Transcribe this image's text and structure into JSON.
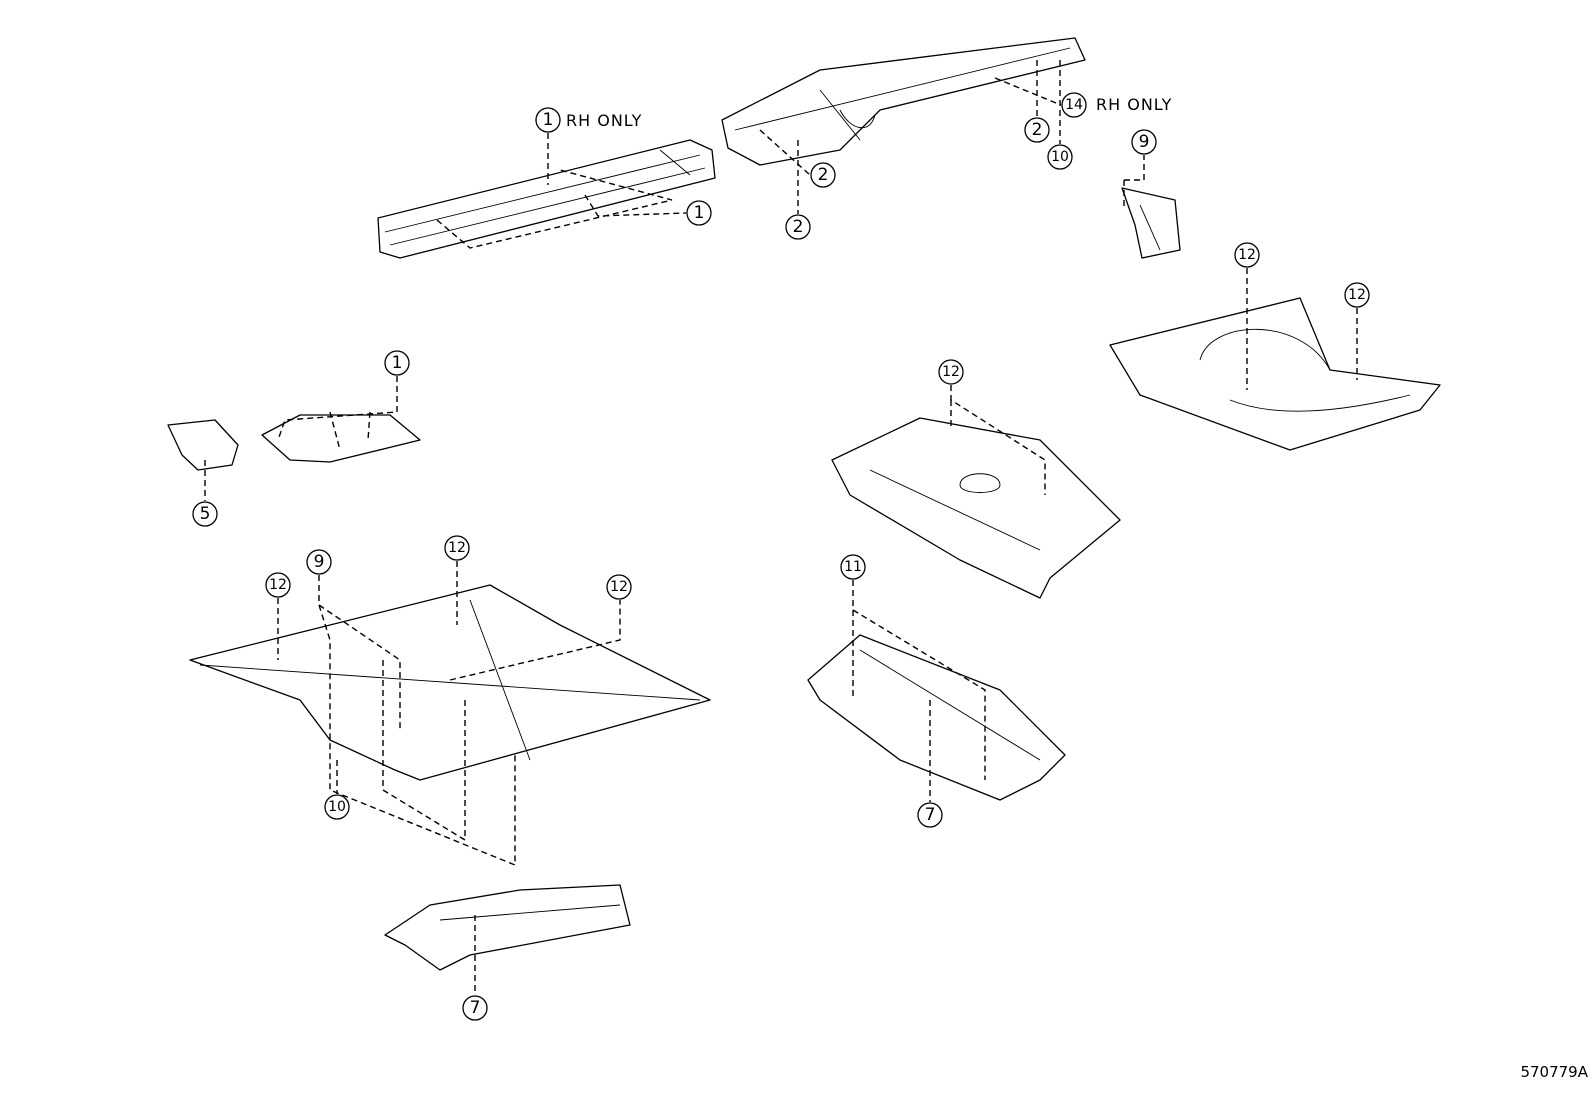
{
  "diagram_id": "570779A",
  "notes": {
    "rh_only_1": "RH ONLY",
    "rh_only_14": "RH ONLY"
  },
  "callouts": [
    {
      "label": "1"
    },
    {
      "label": "1"
    },
    {
      "label": "2"
    },
    {
      "label": "2"
    },
    {
      "label": "14"
    },
    {
      "label": "2"
    },
    {
      "label": "10"
    },
    {
      "label": "9"
    },
    {
      "label": "12"
    },
    {
      "label": "12"
    },
    {
      "label": "1"
    },
    {
      "label": "5"
    },
    {
      "label": "12"
    },
    {
      "label": "12"
    },
    {
      "label": "9"
    },
    {
      "label": "12"
    },
    {
      "label": "12"
    },
    {
      "label": "11"
    },
    {
      "label": "10"
    },
    {
      "label": "7"
    },
    {
      "label": "7"
    }
  ]
}
